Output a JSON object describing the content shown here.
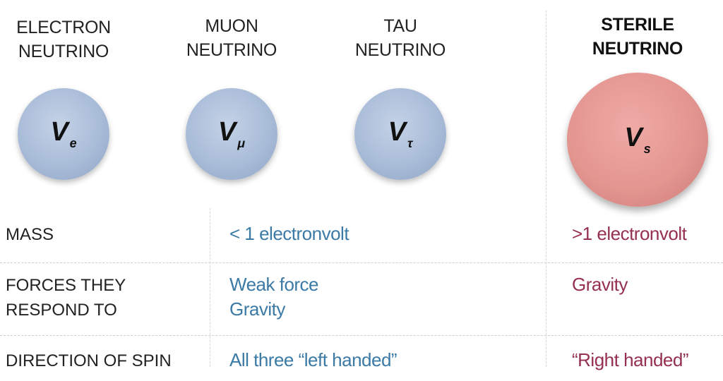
{
  "columns": [
    {
      "title_line1": "ELECTRON",
      "title_line2": "NEUTRINO",
      "symbol": "V",
      "subscript": "e"
    },
    {
      "title_line1": "MUON",
      "title_line2": "NEUTRINO",
      "symbol": "V",
      "subscript": "μ"
    },
    {
      "title_line1": "TAU",
      "title_line2": "NEUTRINO",
      "symbol": "V",
      "subscript": "τ"
    },
    {
      "title_line1": "STERILE",
      "title_line2": "NEUTRINO",
      "symbol": "V",
      "subscript": "s"
    }
  ],
  "rows": [
    {
      "label_line1": "MASS",
      "standard": "< 1 electronvolt",
      "sterile": ">1 electronvolt"
    },
    {
      "label_line1": "FORCES THEY",
      "label_line2": "RESPOND TO",
      "standard_line1": "Weak force",
      "standard_line2": "Gravity",
      "sterile": "Gravity"
    },
    {
      "label_line1": "DIRECTION OF SPIN",
      "standard": "All three “left handed”",
      "sterile": "“Right handed”"
    }
  ],
  "colors": {
    "standard": "#3c7aa6",
    "sterile": "#96304f",
    "standard_ball": "#a9bcd8",
    "sterile_ball": "#e49691"
  }
}
